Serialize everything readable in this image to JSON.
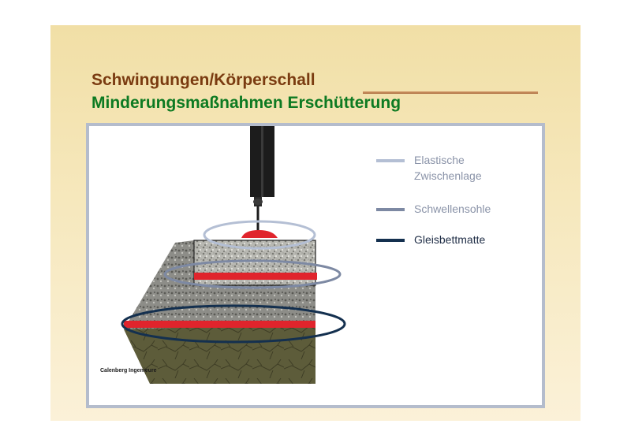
{
  "slide": {
    "title_line1": "Schwingungen/Körperschall",
    "title_line2": "Minderungsmaßnahmen Erschütterung"
  },
  "legend": [
    {
      "line1": "Elastische",
      "line2": "Zwischenlage",
      "color": "#b4bfd4"
    },
    {
      "line1": "Schwellensohle",
      "line2": "",
      "color": "#7d89a3"
    },
    {
      "line1": "Gleisbettmatte",
      "line2": "",
      "color": "#14304f"
    }
  ],
  "diagram": {
    "credit": "Calenberg Ingenieure",
    "colors": {
      "pad_red": "#e0242c",
      "gravel": "#a8a8a2",
      "soil": "#5a5a36",
      "rail": "#1c1c1c"
    }
  },
  "colors": {
    "title_brown": "#7a3b10",
    "title_green": "#0d7a22",
    "frame_border": "#b4bccc"
  }
}
